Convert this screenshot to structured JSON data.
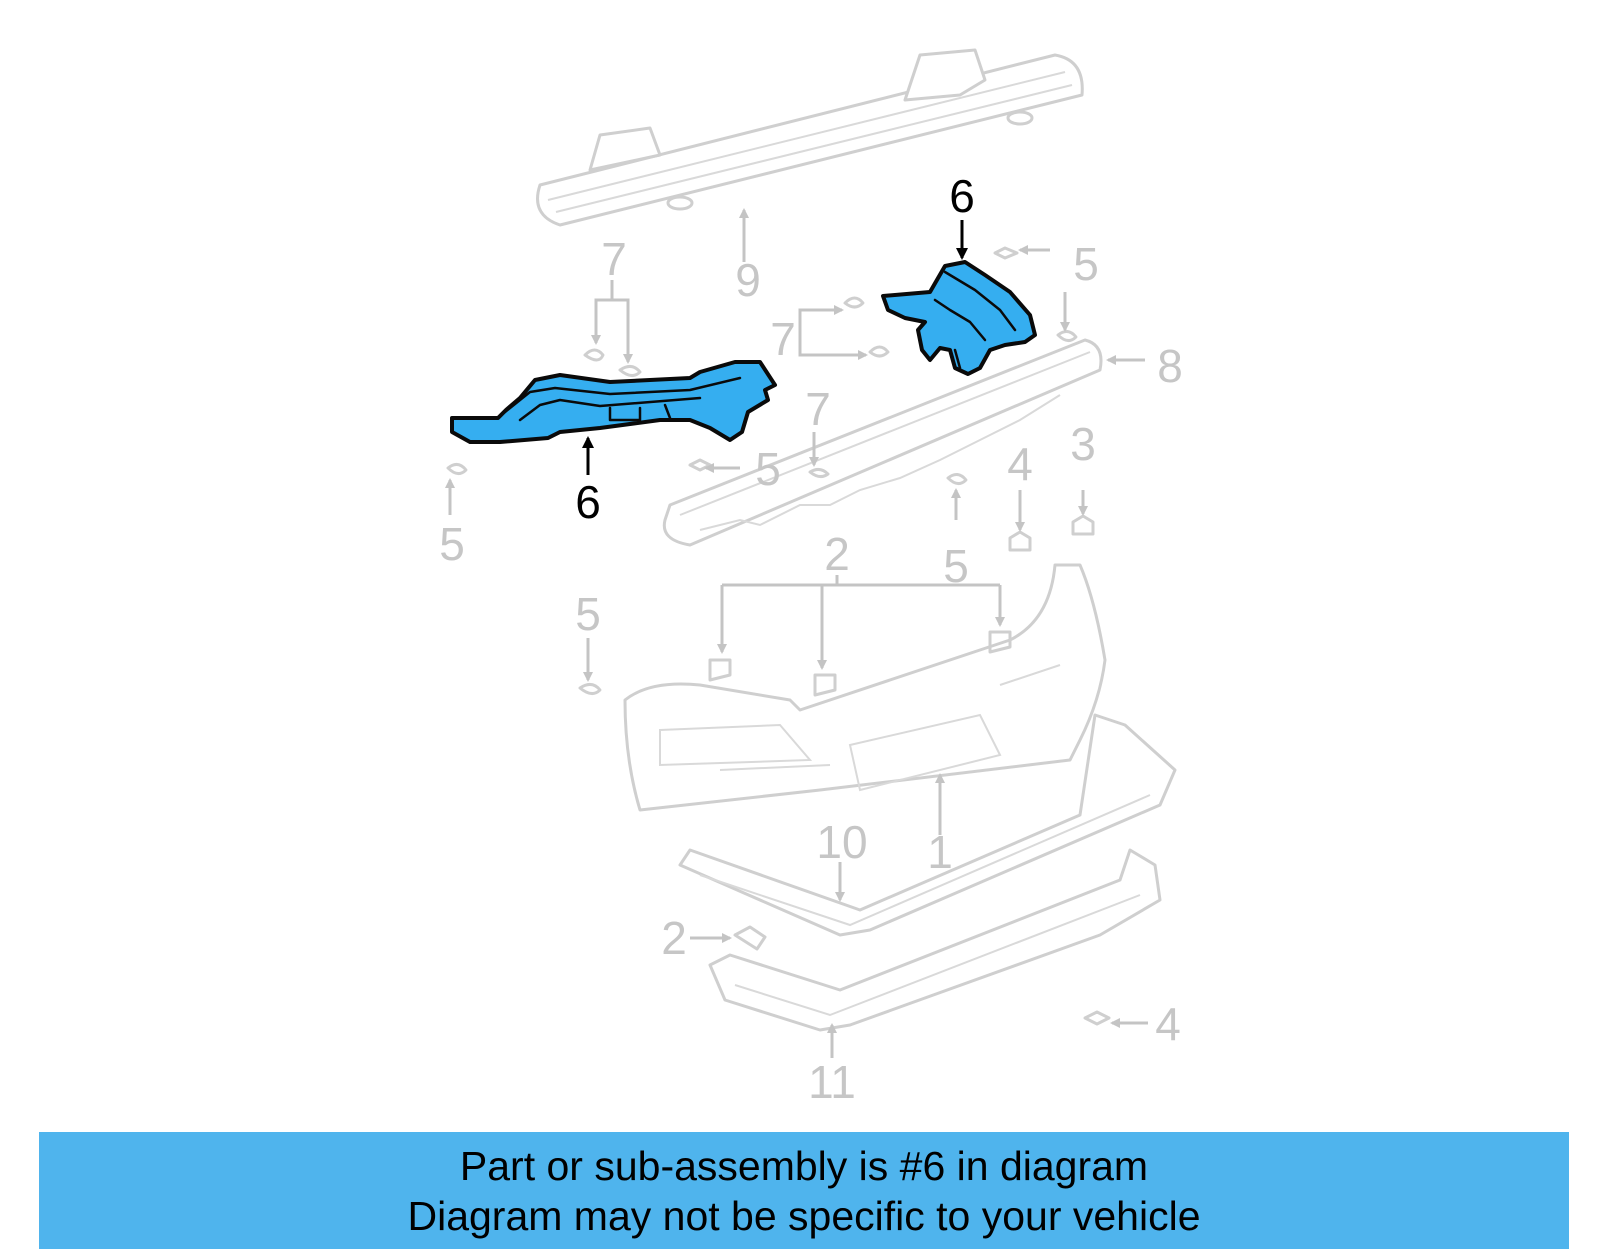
{
  "callouts": {
    "c1": "1",
    "c2a": "2",
    "c2b": "2",
    "c3": "3",
    "c4a": "4",
    "c4b": "4",
    "c5a": "5",
    "c5b": "5",
    "c5c": "5",
    "c5d": "5",
    "c5e": "5",
    "c6a": "6",
    "c6b": "6",
    "c7a": "7",
    "c7b": "7",
    "c7c": "7",
    "c8": "8",
    "c9": "9",
    "c10": "10",
    "c11": "11"
  },
  "colors": {
    "highlight": "#35aef0",
    "banner": "#4fb4ed",
    "ghost": "#cfcfcf"
  },
  "banner": {
    "line1": "Part or sub-assembly is #6 in diagram",
    "line2": "Diagram may not be specific to your vehicle"
  }
}
